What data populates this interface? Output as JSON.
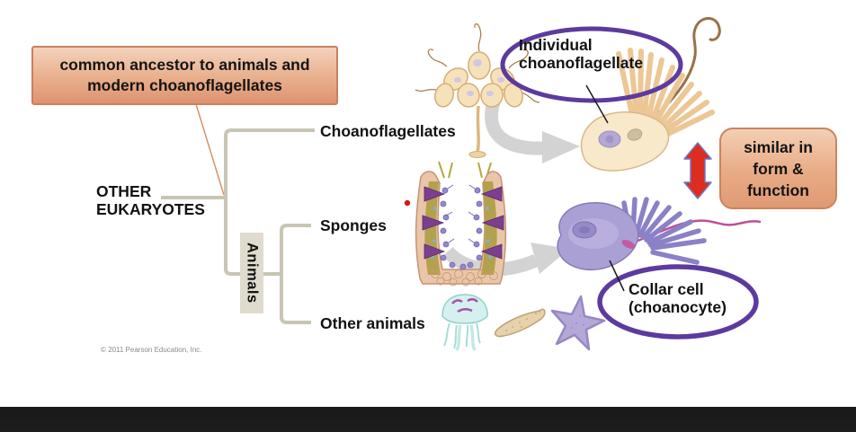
{
  "colors": {
    "callout_fill": "#e8ab85",
    "callout_border": "#c9805c",
    "oval_stroke": "#5d3a9e",
    "red_arrow_fill": "#dc2d20",
    "red_arrow_outline": "#6b79c0",
    "tree_line": "#c9c5b4",
    "clade_box_fill": "#dfdccd",
    "gray_arrow": "#d3d3d3",
    "red_dot": "#d11a1a",
    "bottom_bar": "#1b1b1b"
  },
  "callout": {
    "text": "common ancestor to animals and modern choanoflagellates"
  },
  "tree": {
    "root_label": "OTHER EUKARYOTES",
    "clade_label": "Animals",
    "branches": [
      {
        "label": "Choanoflagellates"
      },
      {
        "label": "Sponges"
      },
      {
        "label": "Other animals"
      }
    ]
  },
  "annotations": {
    "individual": "Individual choanoflagellate",
    "collar": "Collar cell (choanocyte)",
    "similar": "similar in form & function"
  },
  "figures": {
    "colony": "choanoflagellate-colony",
    "sponge": "sponge-cross-section",
    "individual_cell": "individual-choanoflagellate-cell",
    "collar_cell": "collar-cell-choanocyte",
    "jellyfish": "jellyfish",
    "flatworm": "flatworm",
    "starfish": "starfish"
  },
  "footer": {
    "copyright": "© 2011 Pearson Education, Inc."
  }
}
